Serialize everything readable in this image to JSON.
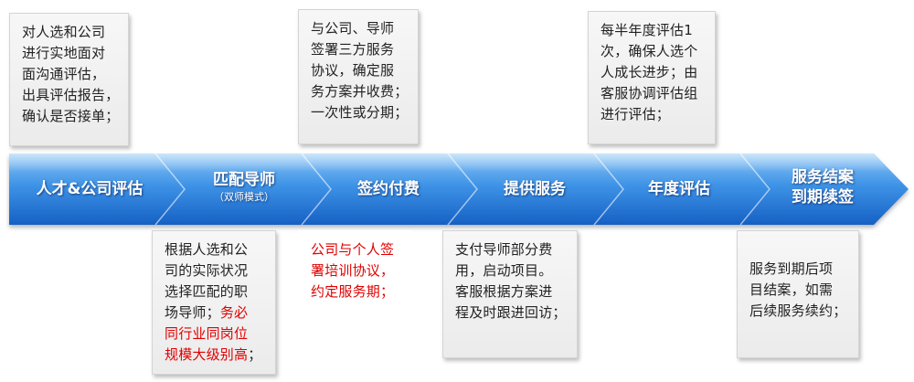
{
  "stages": [
    {
      "label": "人才&公司评估"
    },
    {
      "label": "匹配导师",
      "sub": "（双师模式）"
    },
    {
      "label": "签约付费"
    },
    {
      "label": "提供服务"
    },
    {
      "label": "年度评估"
    },
    {
      "label": "服务结案",
      "label2": "到期续签"
    }
  ],
  "notes_top": [
    {
      "lines": [
        "对人选和公司",
        "进行实地面对",
        "面沟通评估，",
        "出具评估报告，",
        "确认是否接单；"
      ]
    },
    {
      "lines": [
        "与公司、导师",
        "签署三方服务",
        "协议，确定服",
        "务方案并收费；",
        "一次性或分期；"
      ]
    },
    {
      "lines": [
        "每半年度评估1",
        "次，确保人选个",
        "人成长进步；由",
        "客服协调评估组",
        "进行评估；"
      ]
    }
  ],
  "notes_bottom": [
    {
      "lines": [
        "根据人选和公",
        "司的实际状况",
        "选择匹配的职",
        "场导师；"
      ],
      "red_tail": "务必",
      "red_lines": [
        "同行业同岗位",
        "规模大级别高"
      ],
      "tail": "；"
    },
    {
      "red_lines": [
        "公司与个人签",
        "署培训协议，",
        "约定服务期；"
      ]
    },
    {
      "lines": [
        "支付导师部分费",
        "用，启动项目。",
        "客服根据方案进",
        "程及时跟进回访；"
      ]
    },
    {
      "lines": [
        "服务到期后项",
        "目结案，如需",
        "后续服务续约；"
      ]
    }
  ],
  "colors": {
    "arrow_light": "#6fb3f0",
    "arrow_dark": "#1d72d4",
    "text_red": "#e00000"
  }
}
